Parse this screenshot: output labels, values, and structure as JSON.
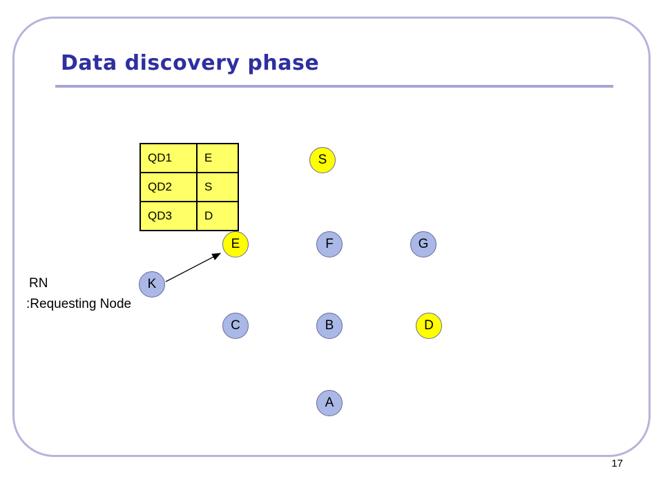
{
  "slide": {
    "title": "Data discovery phase",
    "page_number": "17"
  },
  "table": {
    "rows": [
      {
        "query": "QD1",
        "node": "E"
      },
      {
        "query": "QD2",
        "node": "S"
      },
      {
        "query": "QD3",
        "node": "D"
      }
    ]
  },
  "nodes": {
    "S": {
      "label": "S",
      "color": "yellow"
    },
    "E": {
      "label": "E",
      "color": "yellow"
    },
    "F": {
      "label": "F",
      "color": "blue"
    },
    "G": {
      "label": "G",
      "color": "blue"
    },
    "K": {
      "label": "K",
      "color": "blue"
    },
    "C": {
      "label": "C",
      "color": "blue"
    },
    "B": {
      "label": "B",
      "color": "blue"
    },
    "D": {
      "label": "D",
      "color": "yellow"
    },
    "A": {
      "label": "A",
      "color": "blue"
    }
  },
  "annotation": {
    "line1": "RN",
    "line2": ":Requesting Node"
  },
  "colors": {
    "title": "#2f2fa0",
    "node_blue": "#a9b8e6",
    "node_yellow": "#ffff00",
    "table_fill": "#ffff66"
  }
}
